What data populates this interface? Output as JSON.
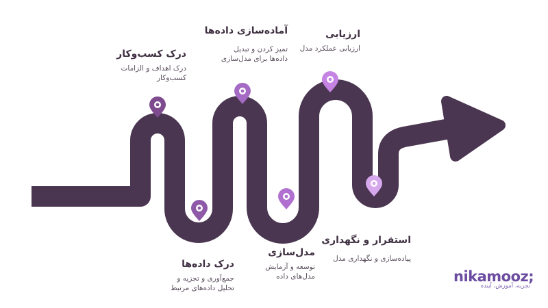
{
  "steps": [
    {
      "id": "business",
      "title": "درک کسب‌وکار",
      "desc_lines": [
        "درک اهداف و الزامات",
        "کسب‌وکار"
      ],
      "pin_color": "#7d4b8e"
    },
    {
      "id": "data",
      "title": "درک داده‌ها",
      "desc_lines": [
        "جمع‌آوری و تجزیه و",
        "تحلیل داده‌های مرتبط"
      ],
      "pin_color": "#8e5aa8"
    },
    {
      "id": "prep",
      "title": "آماده‌سازی داده‌ها",
      "desc_lines": [
        "تمیز کردن و تبدیل",
        "داده‌ها برای مدل‌سازی"
      ],
      "pin_color": "#a56ac4"
    },
    {
      "id": "model",
      "title": "مدل‌سازی",
      "desc_lines": [
        "توسعه و آزمایش",
        "مدل‌های داده"
      ],
      "pin_color": "#b070d0"
    },
    {
      "id": "eval",
      "title": "ارزیابی",
      "desc_lines": [
        "ارزیابی عملکرد مدل"
      ],
      "pin_color": "#c584e4"
    },
    {
      "id": "deploy",
      "title": "استقرار و نگهداری",
      "desc_lines": [
        "پیاده‌سازی و نگهداری مدل"
      ],
      "pin_color": "#d7a8ee"
    }
  ],
  "brand": {
    "name": "nikamooz;",
    "tagline": "تجربه، آموزش، آینده"
  },
  "colors": {
    "road": "#4a3650",
    "pin_inner": "#ffffff"
  }
}
